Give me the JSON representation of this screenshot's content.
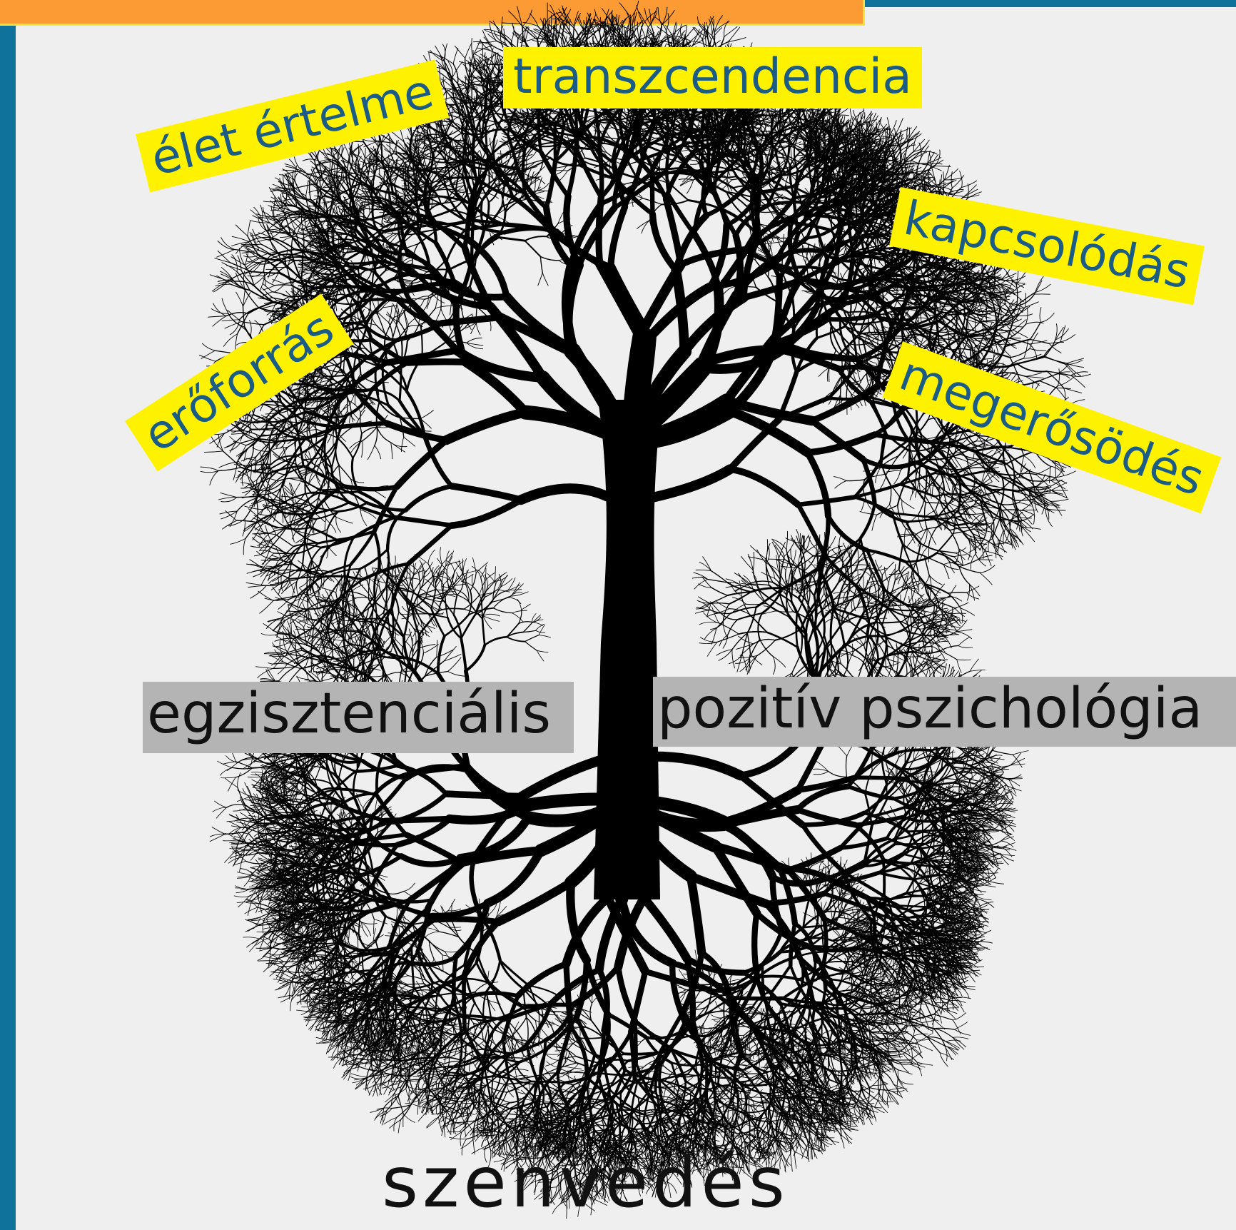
{
  "colors": {
    "background": "#efefef",
    "frame_blue": "#0e729b",
    "header_orange": "#fc9b33",
    "highlight_yellow": "#fff200",
    "yellow_text": "#1a5c86",
    "highlight_grey": "#b4b4b4",
    "tree": "#000000"
  },
  "branches": {
    "top": "transzcendencia",
    "upper_left": "élet értelme",
    "left": "erőforrás",
    "upper_right": "kapcsolódás",
    "right": "megerősödés"
  },
  "trunk": {
    "left": "egzisztenciális",
    "right": "pozitív pszichológia"
  },
  "roots": {
    "bottom": "szenvedés"
  }
}
